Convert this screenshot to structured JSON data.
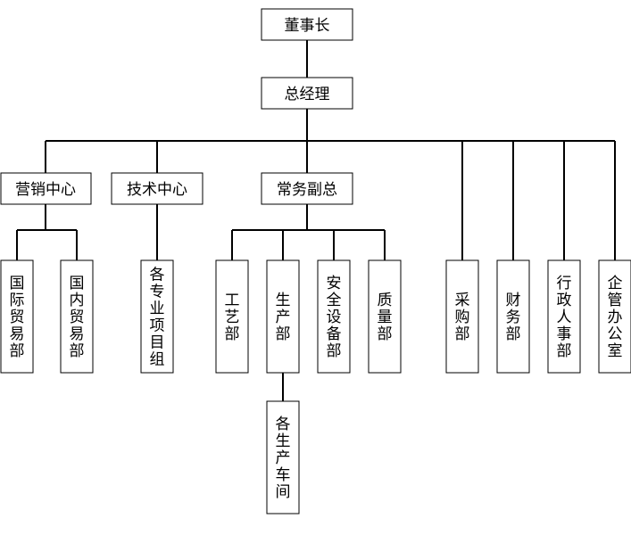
{
  "nodes": {
    "chairman": "董事长",
    "gm": "总经理",
    "marketing_center": "营销中心",
    "tech_center": "技术中心",
    "executive_vp": "常务副总",
    "intl_trade": "国际贸易部",
    "domestic_trade": "国内贸易部",
    "project_groups": "各专业项目组",
    "process_dept": "工艺部",
    "production_dept": "生产部",
    "safety_dept": "安全设备部",
    "quality_dept": "质量部",
    "procurement_dept": "采购部",
    "finance_dept": "财务部",
    "admin_hr_dept": "行政人事部",
    "executive_office": "企管办公室",
    "workshops": "各生产车间"
  }
}
